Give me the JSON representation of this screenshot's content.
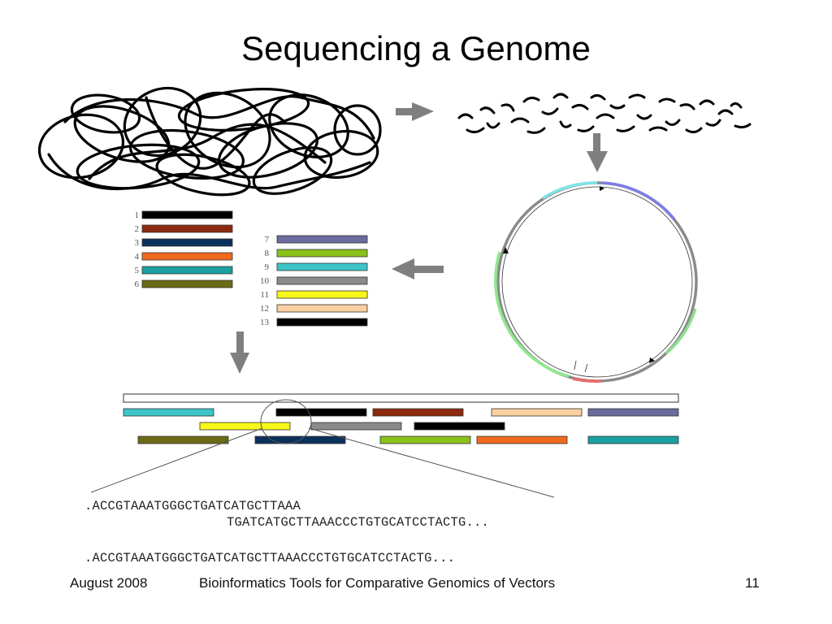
{
  "slide": {
    "title": "Sequencing a Genome",
    "footer": {
      "date": "August 2008",
      "center": "Bioinformatics Tools for Comparative Genomics of Vectors",
      "page": "11"
    }
  },
  "fragments_left": [
    {
      "label": "1",
      "color": "#000000"
    },
    {
      "label": "2",
      "color": "#8b2a0e"
    },
    {
      "label": "3",
      "color": "#0c305c"
    },
    {
      "label": "4",
      "color": "#f06a1e"
    },
    {
      "label": "5",
      "color": "#1aa0a0"
    },
    {
      "label": "6",
      "color": "#6b6b16"
    }
  ],
  "fragments_right": [
    {
      "label": "7",
      "color": "#6b6b9e"
    },
    {
      "label": "8",
      "color": "#8ac21a"
    },
    {
      "label": "9",
      "color": "#3cc4c8"
    },
    {
      "label": "10",
      "color": "#8a8a8a"
    },
    {
      "label": "11",
      "color": "#f7f71a"
    },
    {
      "label": "12",
      "color": "#fbcfa1"
    },
    {
      "label": "13",
      "color": "#000000"
    }
  ],
  "sequences": {
    "line1": ".ACCGTAAATGGGCTGATCATGCTTAAA",
    "line2": "TGATCATGCTTAAACCCTGTGCATCCTACTG...",
    "line3": ".ACCGTAAATGGGCTGATCATGCTTAAACCCTGTGCATCCTACTG..."
  }
}
